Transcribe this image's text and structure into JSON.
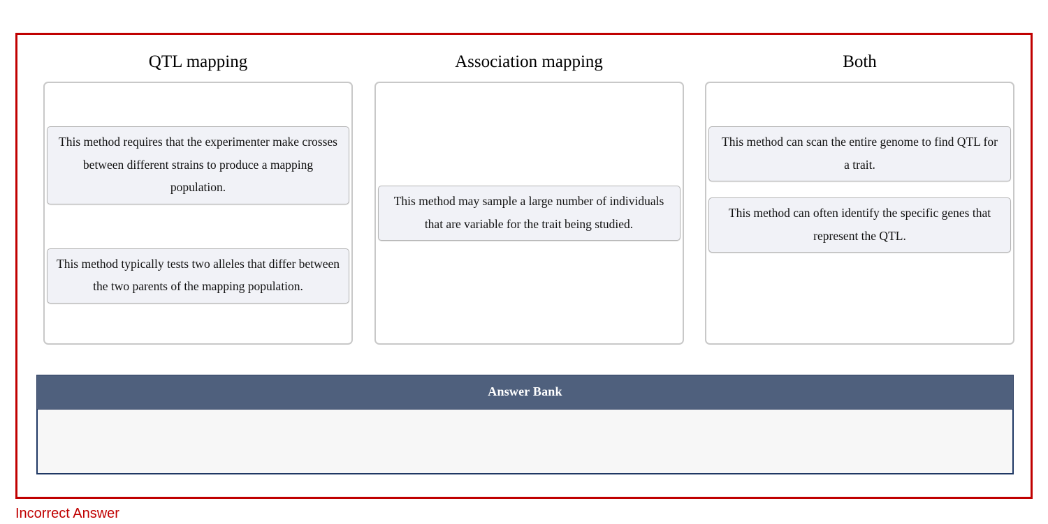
{
  "feedback": {
    "text": "Incorrect Answer",
    "color": "#c00000"
  },
  "frame": {
    "border_color": "#c00000"
  },
  "columns": [
    {
      "title": "QTL mapping",
      "cards": [
        {
          "text": "This method requires that the experimenter make crosses between different strains to produce a mapping population."
        },
        {
          "text": "This method typically tests two alleles that differ between the two parents of the mapping population."
        }
      ]
    },
    {
      "title": "Association mapping",
      "cards": [
        {
          "text": "This method may sample a large number of individuals that are variable for the trait being studied."
        }
      ]
    },
    {
      "title": "Both",
      "cards": [
        {
          "text": "This method can scan the entire genome to find QTL for a trait."
        },
        {
          "text": "This method can often identify the specific genes that represent the QTL."
        }
      ]
    }
  ],
  "answer_bank": {
    "title": "Answer Bank",
    "header_color": "#4f607d",
    "body_color": "#f7f7f7",
    "border_color": "#1f3864",
    "items": []
  }
}
